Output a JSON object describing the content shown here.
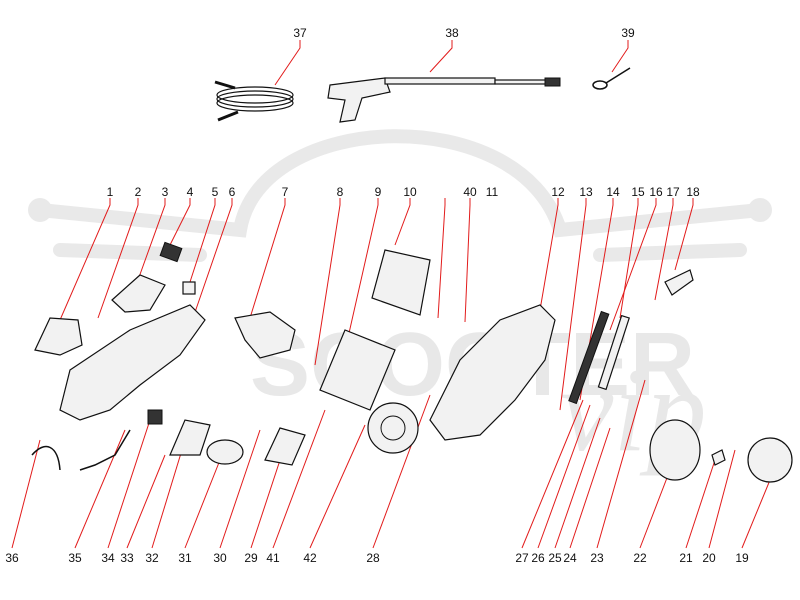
{
  "watermark": {
    "word": "SCOOTER",
    "script": "vip"
  },
  "colors": {
    "leader": "#e21b1b",
    "ink": "#111111",
    "watermark": "#e8e8e8"
  },
  "parts": [
    {
      "id": "1",
      "label": "1"
    },
    {
      "id": "2",
      "label": "2"
    },
    {
      "id": "3",
      "label": "3"
    },
    {
      "id": "4",
      "label": "4"
    },
    {
      "id": "5",
      "label": "5"
    },
    {
      "id": "6",
      "label": "6"
    },
    {
      "id": "7",
      "label": "7"
    },
    {
      "id": "8",
      "label": "8"
    },
    {
      "id": "9",
      "label": "9"
    },
    {
      "id": "10",
      "label": "10"
    },
    {
      "id": "11",
      "label": "11"
    },
    {
      "id": "12",
      "label": "12"
    },
    {
      "id": "13",
      "label": "13"
    },
    {
      "id": "14",
      "label": "14"
    },
    {
      "id": "15",
      "label": "15"
    },
    {
      "id": "16",
      "label": "16"
    },
    {
      "id": "17",
      "label": "17"
    },
    {
      "id": "18",
      "label": "18"
    },
    {
      "id": "19",
      "label": "19"
    },
    {
      "id": "20",
      "label": "20"
    },
    {
      "id": "21",
      "label": "21"
    },
    {
      "id": "22",
      "label": "22"
    },
    {
      "id": "23",
      "label": "23"
    },
    {
      "id": "24",
      "label": "24"
    },
    {
      "id": "25",
      "label": "25"
    },
    {
      "id": "26",
      "label": "26"
    },
    {
      "id": "27",
      "label": "27"
    },
    {
      "id": "28",
      "label": "28"
    },
    {
      "id": "29",
      "label": "29"
    },
    {
      "id": "30",
      "label": "30"
    },
    {
      "id": "31",
      "label": "31"
    },
    {
      "id": "32",
      "label": "32"
    },
    {
      "id": "33",
      "label": "33"
    },
    {
      "id": "34",
      "label": "34"
    },
    {
      "id": "35",
      "label": "35"
    },
    {
      "id": "36",
      "label": "36"
    },
    {
      "id": "37",
      "label": "37"
    },
    {
      "id": "38",
      "label": "38"
    },
    {
      "id": "39",
      "label": "39"
    },
    {
      "id": "40",
      "label": "40"
    },
    {
      "id": "41",
      "label": "41"
    },
    {
      "id": "42",
      "label": "42"
    }
  ]
}
